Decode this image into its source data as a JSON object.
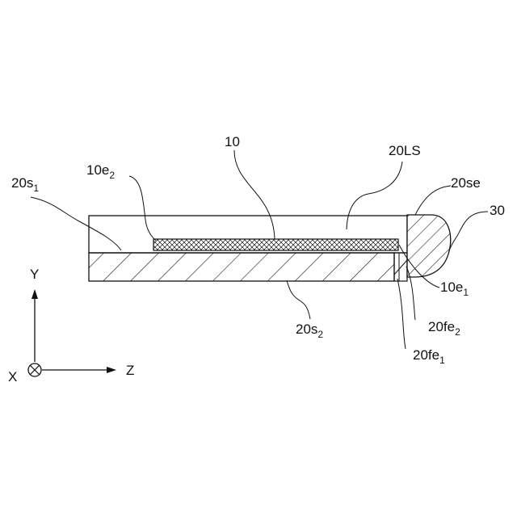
{
  "colors": {
    "ink": "#111111",
    "background": "#ffffff"
  },
  "labels": {
    "l10": {
      "base": "10",
      "sub": ""
    },
    "l20LS": {
      "base": "20LS",
      "sub": ""
    },
    "l10e2": {
      "base": "10e",
      "sub": "2"
    },
    "l20s1": {
      "base": "20s",
      "sub": "1"
    },
    "l20se": {
      "base": "20se",
      "sub": ""
    },
    "l30": {
      "base": "30",
      "sub": ""
    },
    "l10e1": {
      "base": "10e",
      "sub": "1"
    },
    "l20fe2": {
      "base": "20fe",
      "sub": "2"
    },
    "l20s2": {
      "base": "20s",
      "sub": "2"
    },
    "l20fe1": {
      "base": "20fe",
      "sub": "1"
    }
  },
  "axes": {
    "y": "Y",
    "z": "Z",
    "x": "X"
  },
  "icons": {
    "x_axis": "circled-cross-icon",
    "arrow": "arrowhead-icon"
  }
}
